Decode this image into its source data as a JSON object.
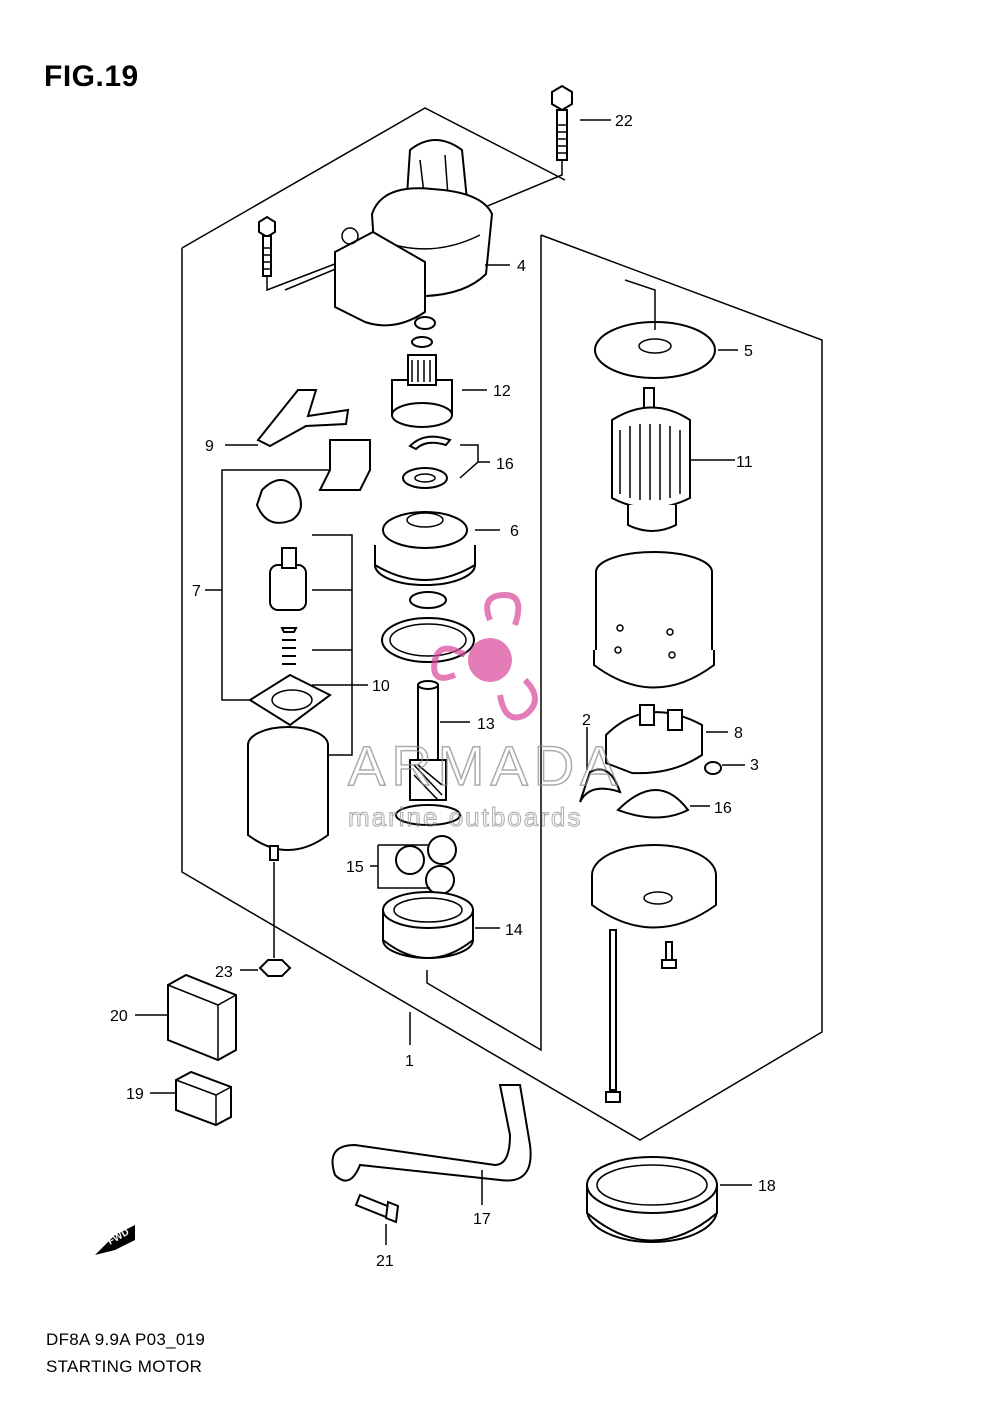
{
  "figure_title": "FIG.19",
  "model_code": "DF8A 9.9A P03_019",
  "section_name": "STARTING MOTOR",
  "fwd_label": "FWD",
  "watermark": {
    "brand": "ARMADA",
    "tagline": "marine outboards",
    "color": "#d9479a"
  },
  "callouts": {
    "c1": "1",
    "c2": "2",
    "c3": "3",
    "c4": "4",
    "c5": "5",
    "c6": "6",
    "c7": "7",
    "c8": "8",
    "c9": "9",
    "c10": "10",
    "c11": "11",
    "c12": "12",
    "c13": "13",
    "c14": "14",
    "c15": "15",
    "c16a": "16",
    "c16b": "16",
    "c17": "17",
    "c18": "18",
    "c19": "19",
    "c20": "20",
    "c21": "21",
    "c22": "22",
    "c23": "23"
  }
}
